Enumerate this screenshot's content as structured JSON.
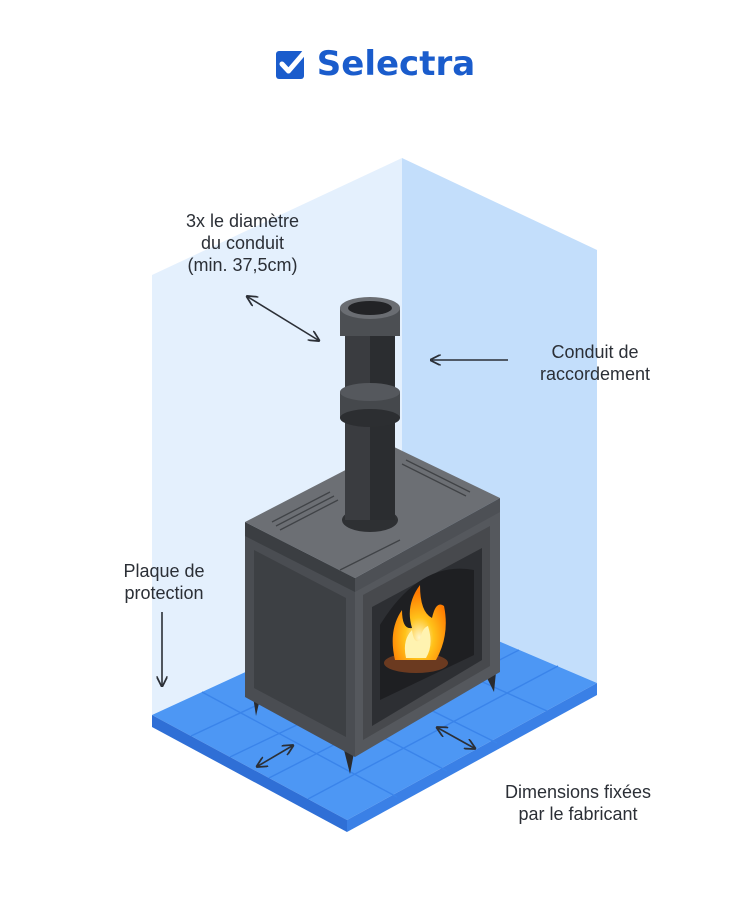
{
  "brand": {
    "name": "Selectra",
    "color": "#1a5ccc",
    "icon": "check-box-icon"
  },
  "labels": {
    "diameter": [
      "3x le diamètre",
      "du conduit",
      "(min. 37,5cm)"
    ],
    "conduit": [
      "Conduit de",
      "raccordement"
    ],
    "plaque": [
      "Plaque de",
      "protection"
    ],
    "dimensions": [
      "Dimensions fixées",
      "par le fabricant"
    ]
  },
  "colors": {
    "wall_left": "#e4f0fd",
    "wall_right": "#c3defb",
    "floor": "#4d97f4",
    "floor_edge": "#2f6fd6",
    "stove": "#4a4d52",
    "stove_dark": "#35373b",
    "flame": "#ffb000",
    "arrow": "#2b2f36"
  }
}
